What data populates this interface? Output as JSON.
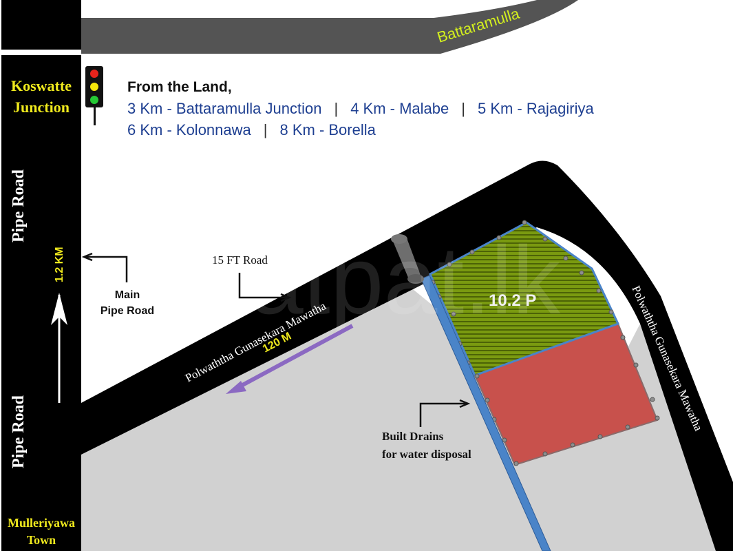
{
  "map": {
    "top_road_label": "Battaramulla",
    "junction_label": [
      "Koswatte",
      "Junction"
    ],
    "town_label": [
      "Mulleriyawa",
      "Town"
    ],
    "pipe_road_label_upper": "Pipe Road",
    "pipe_road_label_lower": "Pipe Road",
    "distance_to_junction": "1.2 KM",
    "main_pipe_road_callout": [
      "Main",
      "Pipe Road"
    ],
    "fifteen_ft_road_callout": "15 FT Road",
    "diagonal_road_label": "Polwaththa Gunasekara Mawatha",
    "diagonal_road_length": "120 M",
    "right_road_label": "Polwaththa Gunasekara Mawatha",
    "plot_size_label": "10.2 P",
    "drains_callout": [
      "Built Drains",
      "for water disposal"
    ],
    "watermark": "patpat.lk"
  },
  "distances": {
    "title": "From the Land,",
    "rows": [
      [
        "3 Km - Battaramulla Junction",
        "4 Km - Malabe",
        "5 Km - Rajagiriya"
      ],
      [
        "6 Km - Kolonnawa",
        "8 Km - Borella"
      ]
    ]
  },
  "colors": {
    "road_black": "#000000",
    "top_road_gray": "#545454",
    "land_gray": "#d1d1d1",
    "plot_green": "#6f8f0c",
    "plot_red": "#c8514c",
    "drain_blue": "#4a84c8",
    "label_yellow": "#ecec1c",
    "length_arrow_purple": "#8b69c2",
    "distance_text_blue": "#1e3f91"
  }
}
